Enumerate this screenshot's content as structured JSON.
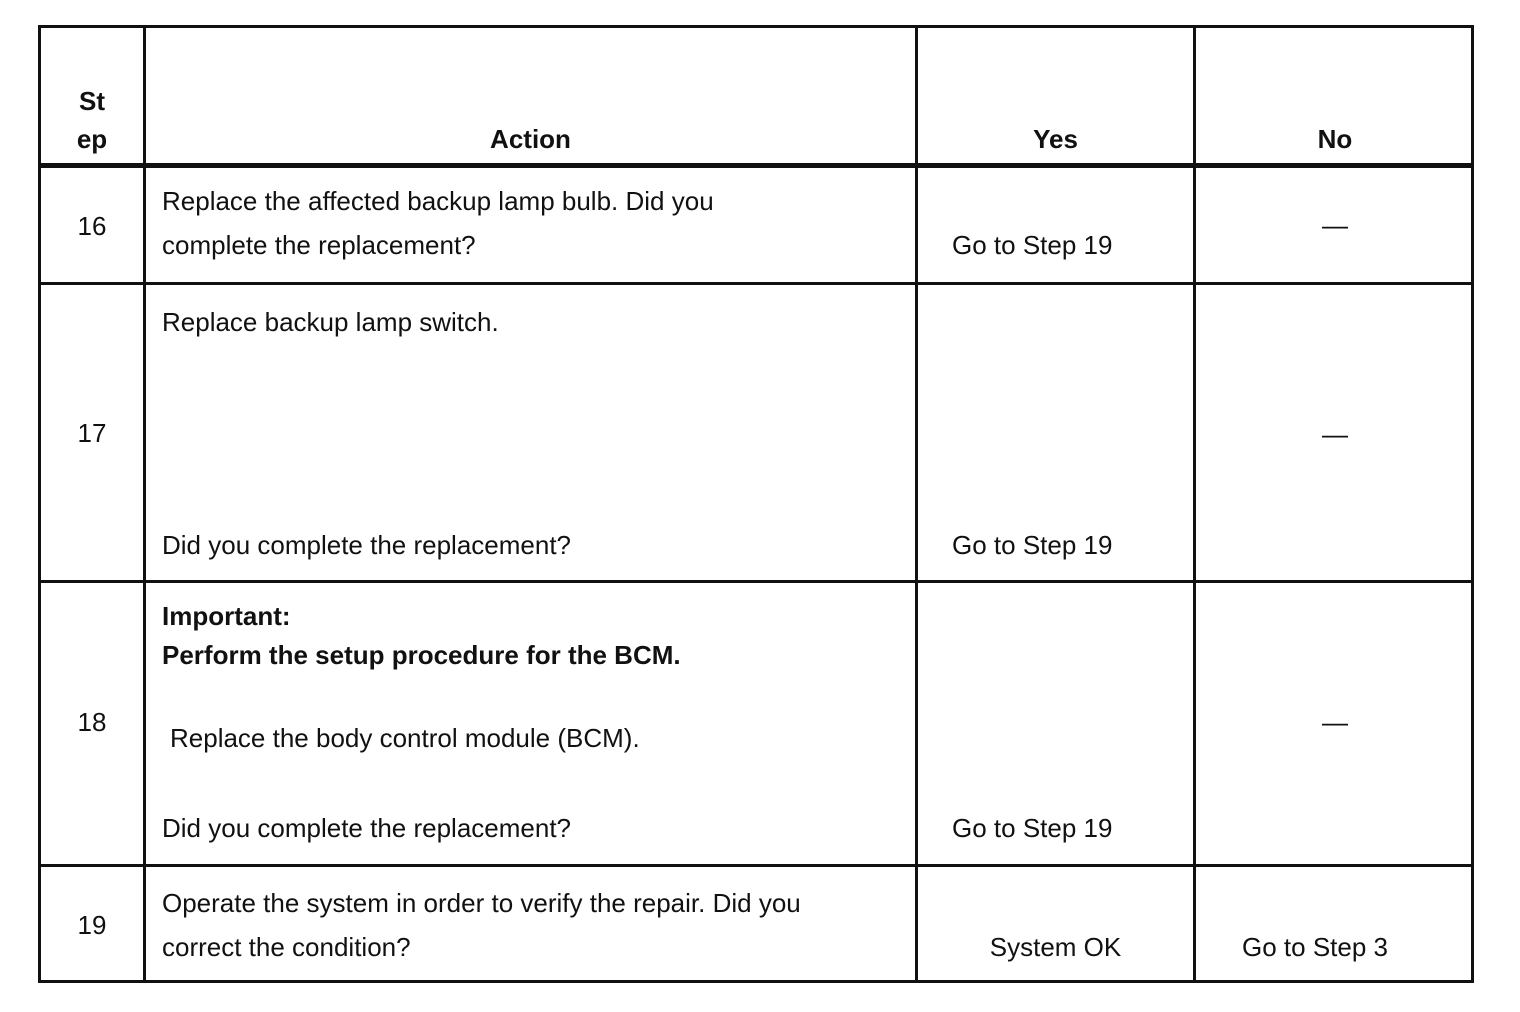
{
  "header": {
    "step_line1": "St",
    "step_line2": "ep",
    "action": "Action",
    "yes": "Yes",
    "no": "No"
  },
  "rows": [
    {
      "step": "16",
      "action_line1": "Replace the affected backup lamp bulb. Did you",
      "action_line2": "complete the replacement?",
      "yes": "Go to Step 19",
      "no": "—"
    },
    {
      "step": "17",
      "action_line1": "Replace backup lamp switch.",
      "action_line2": "Did you complete the replacement?",
      "yes": "Go to Step 19",
      "no": "—"
    },
    {
      "step": "18",
      "important_label": "Important:",
      "important_text": "Perform the setup procedure for the BCM.",
      "action_line1": "Replace the body control module (BCM).",
      "action_line2": "Did you complete the replacement?",
      "yes": "Go to Step 19",
      "no": "—"
    },
    {
      "step": "19",
      "action_line1": "Operate the system in order to verify the repair. Did you",
      "action_line2": "correct the condition?",
      "yes": "System OK",
      "no": "Go to Step 3"
    }
  ]
}
